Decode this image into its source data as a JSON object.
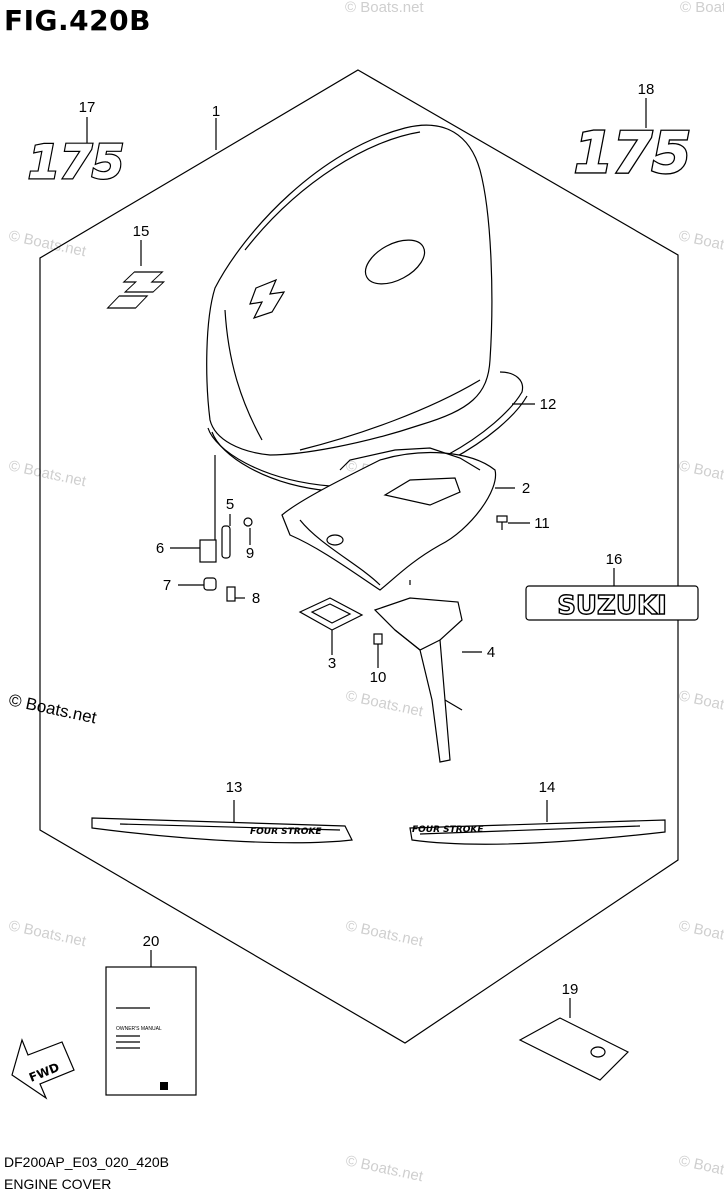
{
  "figure": {
    "title": "FIG.420B",
    "code": "DF200AP_E03_020_420B",
    "name": "ENGINE COVER"
  },
  "watermark": {
    "text": "© Boats.net"
  },
  "decals": {
    "model_number": "175",
    "brand": "SUZUKI",
    "stripe_text": "FOUR STROKE",
    "fwd": "FWD"
  },
  "manual": {
    "heading": "OWNER'S MANUAL"
  },
  "callouts": [
    "1",
    "2",
    "3",
    "4",
    "5",
    "6",
    "7",
    "8",
    "9",
    "10",
    "11",
    "12",
    "13",
    "14",
    "15",
    "16",
    "17",
    "18",
    "19",
    "20"
  ],
  "colors": {
    "line": "#000000",
    "watermark": "#cfcfcf",
    "background": "#ffffff"
  }
}
